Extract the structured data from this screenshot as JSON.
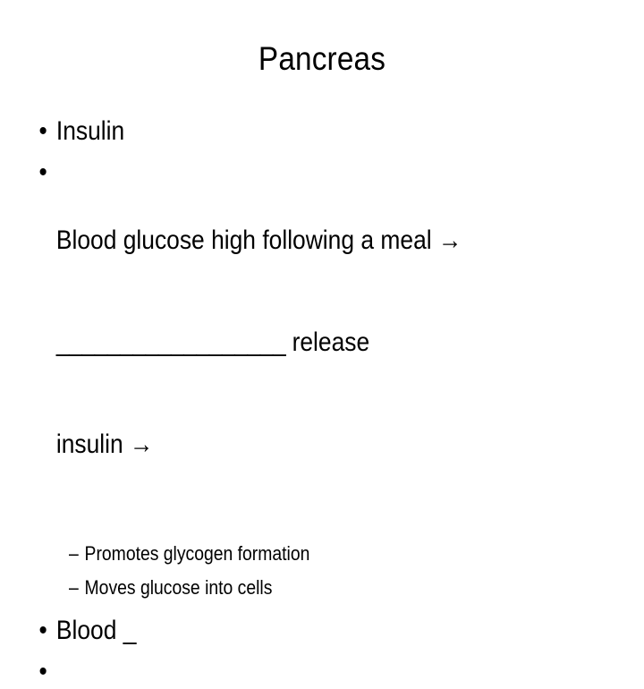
{
  "slide": {
    "title": "Pancreas",
    "background_color": "#ffffff",
    "text_color": "#000000",
    "bullet_marker": "•",
    "subbullet_marker": "–",
    "arrow_glyph": "→",
    "blocks": [
      {
        "id": "bullet-insulin",
        "level": 1,
        "text": "Insulin"
      },
      {
        "id": "bullet-blood-glucose",
        "level": 1,
        "line1": "Blood glucose high following a meal →",
        "line2_blank": "__________________",
        "line2_after": " release",
        "line3": "insulin →"
      },
      {
        "id": "subbullet-glycogen",
        "level": 2,
        "text": "Promotes glycogen formation"
      },
      {
        "id": "subbullet-moves-glucose",
        "level": 2,
        "text": "Moves glucose into cells"
      },
      {
        "id": "bullet-blood-blank",
        "level": 1,
        "text": "Blood _"
      },
      {
        "id": "bullet-empty",
        "level": 1,
        "text": ""
      }
    ]
  }
}
